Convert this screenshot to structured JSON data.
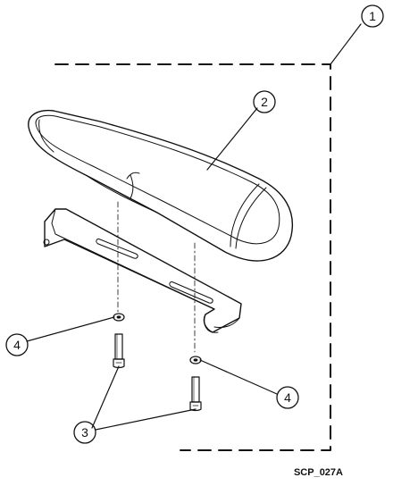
{
  "diagram": {
    "callouts": {
      "c1": "1",
      "c2": "2",
      "c3": "3",
      "c4a": "4",
      "c4b": "4"
    },
    "drawing_code": "SCP_027A",
    "colors": {
      "line": "#111111",
      "background": "#ffffff"
    }
  }
}
